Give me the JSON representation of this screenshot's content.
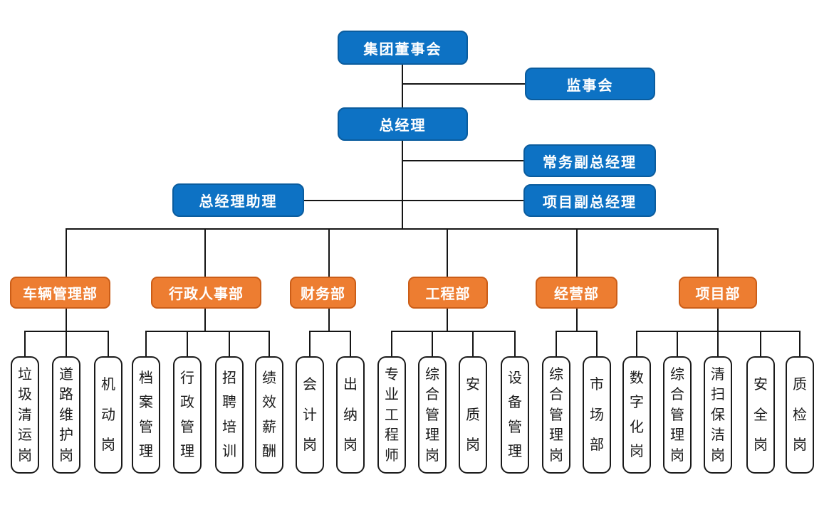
{
  "colors": {
    "node_blue": "#0d72c4",
    "node_blue_border": "#0a5c9e",
    "node_orange": "#ed7d31",
    "node_orange_border": "#cb5d17",
    "line": "#151515",
    "post_border": "#1a1a1a"
  },
  "executives": {
    "board": "集团董事会",
    "supervisory_board": "监事会",
    "general_manager": "总经理",
    "executive_deputy_gm": "常务副总经理",
    "project_deputy_gm": "项目副总经理",
    "gm_assistant": "总经理助理"
  },
  "departments": [
    {
      "label": "车辆管理部",
      "positions": [
        "垃圾清运岗",
        "道路维护岗",
        "机动岗"
      ]
    },
    {
      "label": "行政人事部",
      "positions": [
        "档案管理",
        "行政管理",
        "招聘培训",
        "绩效薪酬"
      ]
    },
    {
      "label": "财务部",
      "positions": [
        "会计岗",
        "出纳岗"
      ]
    },
    {
      "label": "工程部",
      "positions": [
        "专业工程师",
        "综合管理岗",
        "安质岗",
        "设备管理"
      ]
    },
    {
      "label": "经营部",
      "positions": [
        "综合管理岗",
        "市场部"
      ]
    },
    {
      "label": "项目部",
      "positions": [
        "数字化岗",
        "综合管理岗",
        "清扫保洁岗",
        "安全岗",
        "质检岗"
      ]
    }
  ]
}
